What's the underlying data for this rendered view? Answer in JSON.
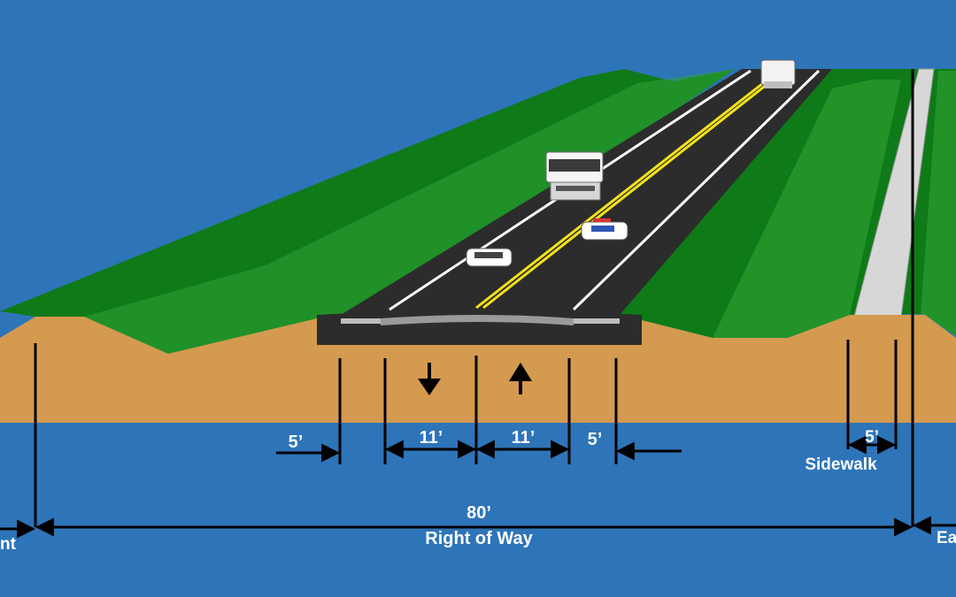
{
  "dimensions": {
    "left_shoulder": "5’",
    "lane_southbound": "11’",
    "lane_northbound": "11’",
    "right_shoulder": "5’",
    "sidewalk_width": "5’",
    "right_of_way_width": "80’"
  },
  "labels": {
    "sidewalk": "Sidewalk",
    "right_of_way": "Right of Way",
    "left_easement_partial": "nt",
    "right_easement_partial": "Ea"
  },
  "colors": {
    "sky": "#2e74b8",
    "grass_dark": "#0f7a18",
    "grass_light": "#2fa336",
    "soil": "#d39a50",
    "pavement": "#2c2c2c",
    "centerline": "#f2e21a",
    "lane_edge": "#ffffff",
    "sidewalk": "#d7d7d7"
  }
}
